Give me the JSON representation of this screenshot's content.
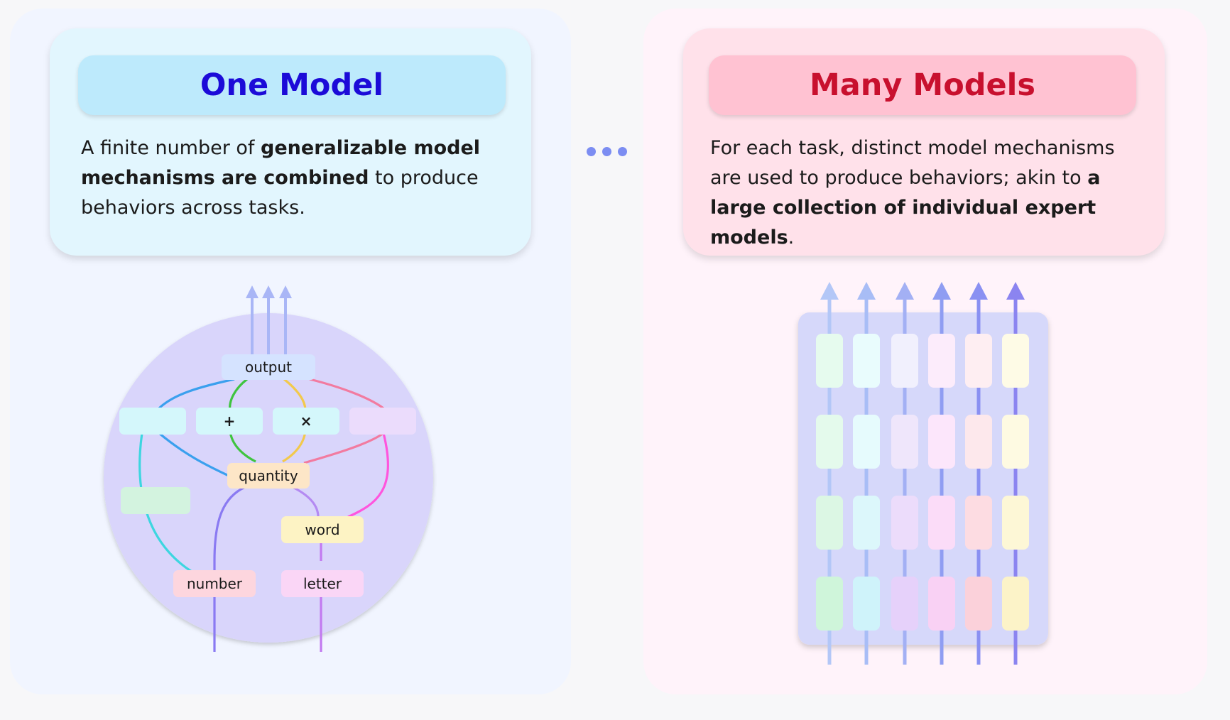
{
  "left": {
    "title": "One Model",
    "desc": [
      {
        "text": "A finite number of ",
        "bold": false
      },
      {
        "text": "generalizable model mechanisms are combined",
        "bold": true
      },
      {
        "text": " to produce behaviors across tasks.",
        "bold": false
      }
    ],
    "nodes": {
      "output": "output",
      "plus": "+",
      "times": "×",
      "quantity": "quantity",
      "word": "word",
      "number": "number",
      "letter": "letter"
    }
  },
  "right": {
    "title": "Many Models",
    "desc": [
      {
        "text": "For each task, distinct model mechanisms are used to produce behaviors; akin to ",
        "bold": false
      },
      {
        "text": "a large collection of individual expert models",
        "bold": true
      },
      {
        "text": ".",
        "bold": false
      }
    ]
  },
  "colors": {
    "left_panel": "#f1f5ff",
    "right_panel": "#fff3fa",
    "left_title": "#1c0bd8",
    "right_title": "#c8102e",
    "circle": "#d9d5fb",
    "grid_box": "#d6d8fa",
    "dots": "#7c8df2"
  }
}
